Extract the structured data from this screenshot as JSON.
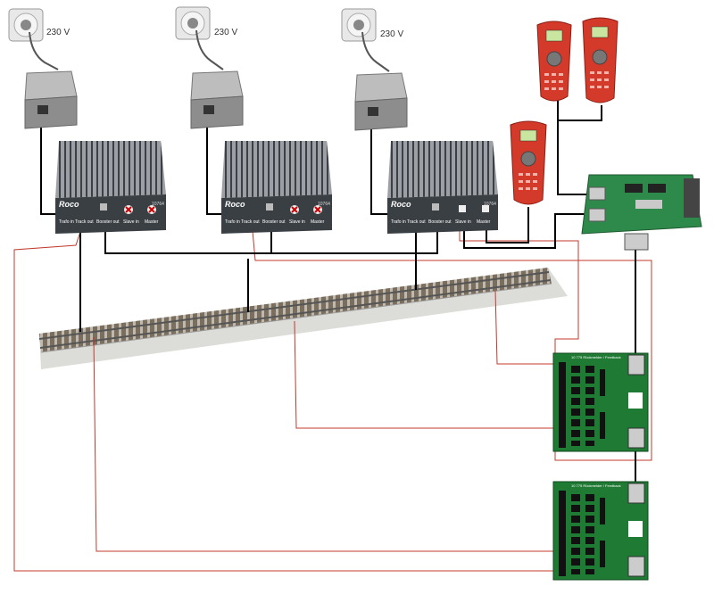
{
  "outlets": [
    {
      "voltage": "230 V"
    },
    {
      "voltage": "230 V"
    },
    {
      "voltage": "230 V"
    }
  ],
  "boosters": [
    {
      "brand": "Roco",
      "model": "10764",
      "ports": [
        "Trafo in",
        "Track out",
        "Booster out",
        "Slave in",
        "Master"
      ],
      "slave_blocked": true,
      "master_blocked": true
    },
    {
      "brand": "Roco",
      "model": "10764",
      "ports": [
        "Trafo in",
        "Track out",
        "Booster out",
        "Slave in",
        "Master"
      ],
      "slave_blocked": true,
      "master_blocked": true
    },
    {
      "brand": "Roco",
      "model": "10764",
      "ports": [
        "Trafo in",
        "Track out",
        "Booster out",
        "Slave in",
        "Master"
      ],
      "slave_blocked": false,
      "master_blocked": false
    }
  ],
  "decoders": [
    {
      "header": "10 775 Rückmelder / Feedback"
    },
    {
      "header": "10 775 Rückmelder / Feedback"
    }
  ],
  "colors": {
    "feedback_wire": "#c0392b",
    "power_wire": "#000000",
    "booster_body": "#3a3f44",
    "throttle_red": "#d43a2a",
    "decoder_green": "#1f7a34"
  }
}
